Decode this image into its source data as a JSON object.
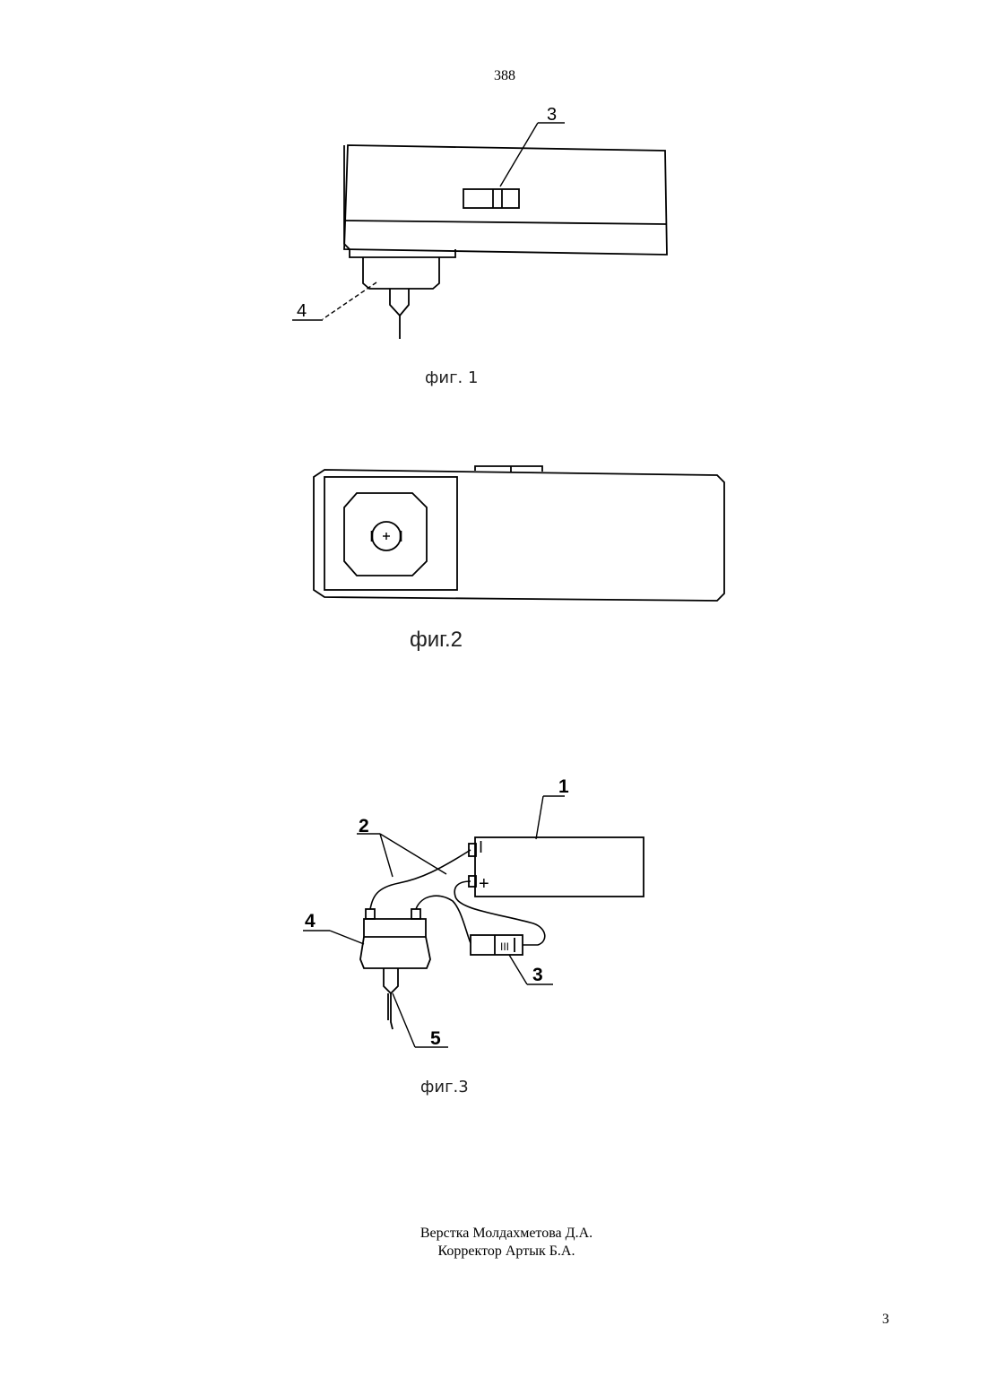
{
  "header": {
    "page_label": "388"
  },
  "figures": [
    {
      "caption": "фиг. 1",
      "callouts": [
        "3",
        "4"
      ]
    },
    {
      "caption": "фиг.2"
    },
    {
      "caption": "фиг.3",
      "callouts": [
        "1",
        "2",
        "3",
        "4",
        "5"
      ],
      "terminal_labels": [
        "I",
        "+"
      ],
      "switch_label": "III"
    }
  ],
  "footer": {
    "layout_credit": "Верстка Молдахметова Д.А.",
    "proof_credit": "Корректор Артык Б.А."
  },
  "page_number": "3"
}
